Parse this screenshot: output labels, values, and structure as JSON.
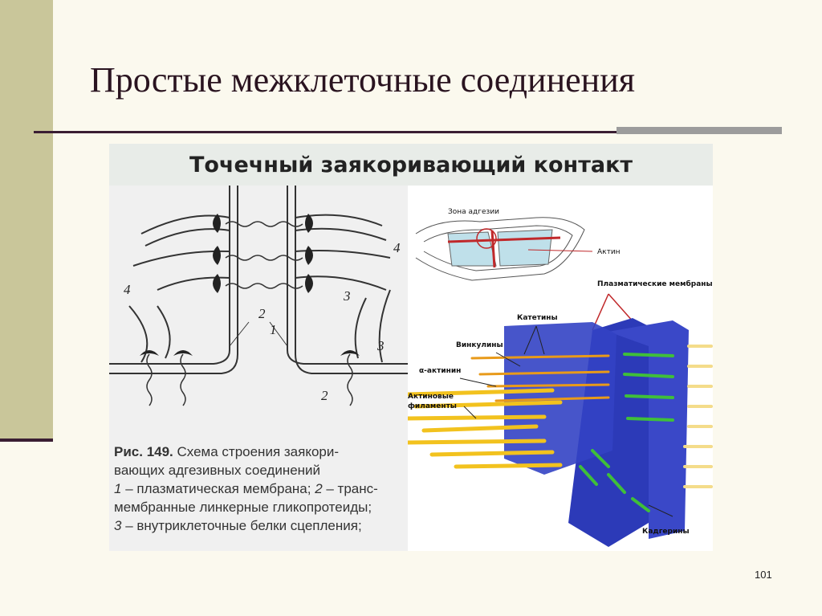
{
  "slide": {
    "title": "Простые межклеточные соединения",
    "page_number": "101"
  },
  "figure": {
    "heading": "Точечный заякоривающий контакт",
    "caption": {
      "fig_num": "Рис. 149.",
      "line1": " Схема строения заякори-",
      "line2": "вающих адгезивных соединений",
      "line3_num": "1",
      "line3": " – плазматическая мембрана; ",
      "line3b_num": "2",
      "line3b": " – транс-",
      "line4": "мембранные линкерные гликопротеиды;",
      "line5_num": "3",
      "line5": " – внутриклеточные белки сцепления;"
    },
    "left_numbers": [
      "4",
      "2",
      "1",
      "3",
      "3",
      "4",
      "2"
    ],
    "labels": {
      "adhesion_zone": "Зона адгезии",
      "actin": "Актин",
      "plasma_membranes": "Плазматические мембраны",
      "catenins": "Катетины",
      "vinculins": "Винкулины",
      "alpha_actinin": "α-актинин",
      "actin_filaments_1": "Актиновые",
      "actin_filaments_2": "филаменты",
      "cadherins": "Кадгерины"
    }
  },
  "colors": {
    "sidebar": "#c9c69a",
    "rule": "#3a1e33",
    "membrane_blue": "#2c3ab8",
    "filament_yellow": "#f2c21e",
    "cadherin_green": "#3fbf3a"
  }
}
